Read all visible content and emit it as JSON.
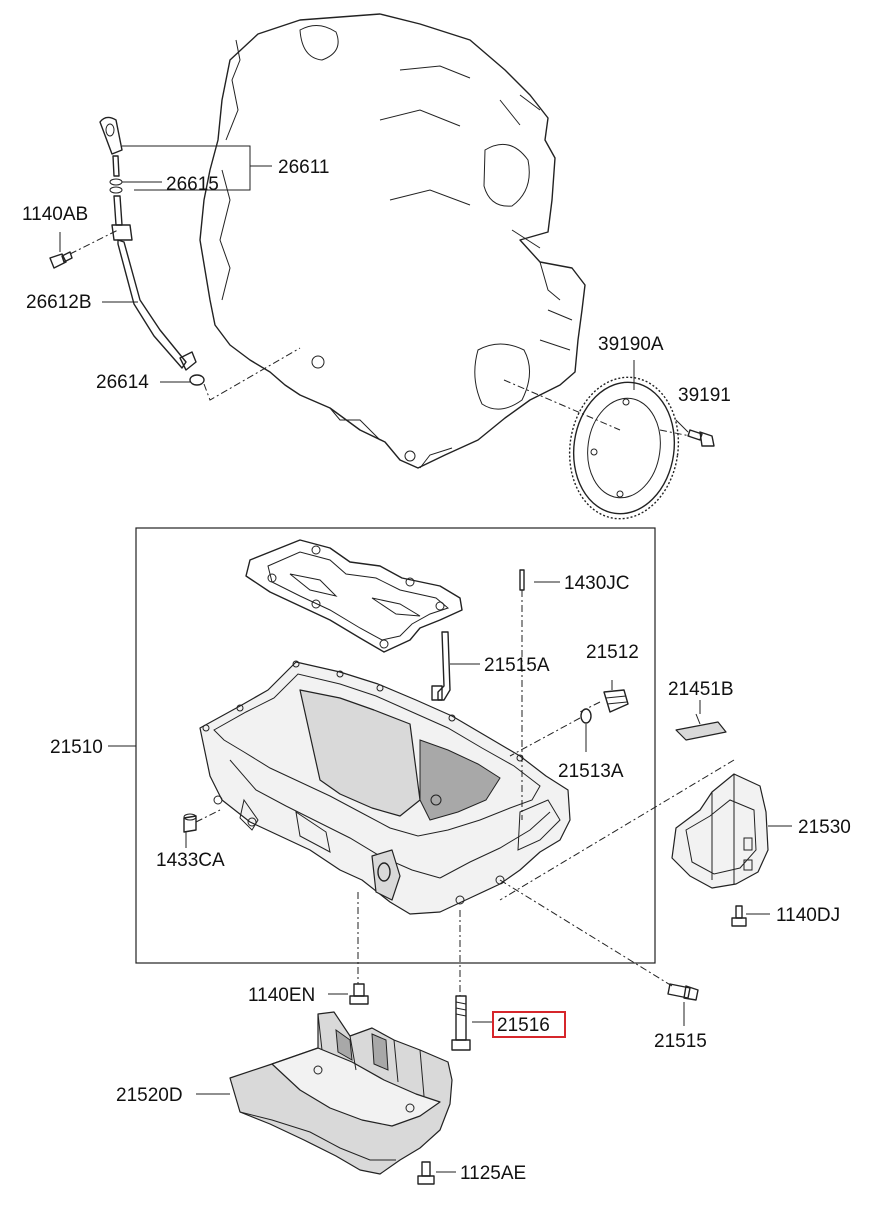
{
  "labels": {
    "p26611": "26611",
    "p26615": "26615",
    "p1140AB": "1140AB",
    "p26612B": "26612B",
    "p26614": "26614",
    "p39190A": "39190A",
    "p39191": "39191",
    "p1430JC": "1430JC",
    "p21515A": "21515A",
    "p21512": "21512",
    "p21451B": "21451B",
    "p21510": "21510",
    "p21513A": "21513A",
    "p21530": "21530",
    "p1433CA": "1433CA",
    "p1140DJ": "1140DJ",
    "p1140EN": "1140EN",
    "p21516": "21516",
    "p21515": "21515",
    "p21520D": "21520D",
    "p1125AE": "1125AE"
  },
  "highlight": {
    "part": "21516",
    "color": "#d6262b"
  }
}
